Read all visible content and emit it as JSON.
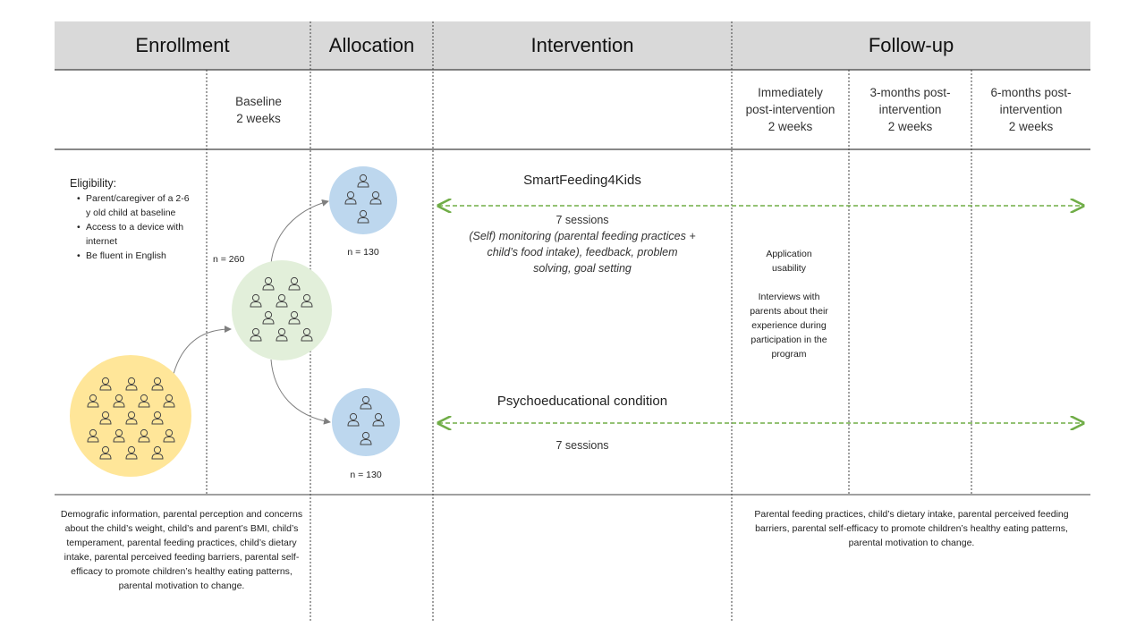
{
  "header": {
    "phases": [
      "Enrollment",
      "Allocation",
      "Intervention",
      "Follow-up"
    ]
  },
  "timepoints": {
    "baseline": [
      "Baseline",
      "2 weeks"
    ],
    "post_immediate": [
      "Immediately",
      "post-intervention",
      "2 weeks"
    ],
    "post_3m": [
      "3-months post-",
      "intervention",
      "2 weeks"
    ],
    "post_6m": [
      "6-months post-",
      "intervention",
      "2 weeks"
    ]
  },
  "eligibility": {
    "title": "Eligibility:",
    "criteria": [
      "Parent/caregiver  of a 2-6 y old child at baseline",
      "Access to a device with internet",
      "Be fluent in English"
    ]
  },
  "allocation": {
    "n_total": "n = 260",
    "n_group1": "n = 130",
    "n_group2": "n = 130"
  },
  "arms": {
    "smartfeeding": {
      "name": "SmartFeeding4Kids",
      "sessions": "7 sessions",
      "content": "(Self) monitoring (parental feeding practices + child’s food intake), feedback, problem solving, goal setting"
    },
    "psychoeducational": {
      "name": "Psychoeducational condition",
      "sessions": "7 sessions"
    }
  },
  "followup_notes": {
    "usability": "Application usability",
    "interviews": "Interviews with parents about their experience during participation in the program"
  },
  "measures": {
    "baseline": "Demografic information, parental perception and concerns about the child’s weight, child’s and parent’s BMI, child’s temperament,  parental feeding practices, child’s dietary intake,  parental perceived feeding barriers, parental self-efficacy to promote children’s healthy eating patterns, parental motivation to change.",
    "followup": "Parental feeding practices, child’s dietary intake, parental perceived feeding barriers, parental self-efficacy to promote children’s healthy eating patterns, parental motivation to change."
  },
  "colors": {
    "header_bg": "#d9d9d9",
    "pool_circle": "#ffe699",
    "allocation_circle": "#e2efda",
    "group_circle": "#bdd7ee",
    "arrow_green": "#70ad47",
    "grid_line": "#404040"
  },
  "icons": [
    "person-icon",
    "arrow-icon"
  ]
}
